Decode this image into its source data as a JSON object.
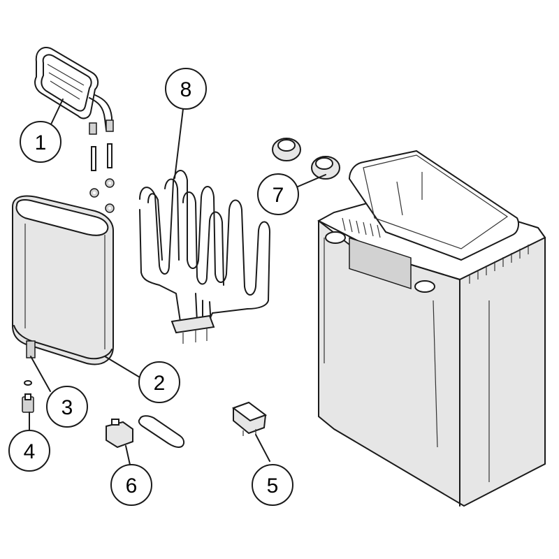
{
  "callouts": [
    {
      "id": "1",
      "label": "1"
    },
    {
      "id": "2",
      "label": "2"
    },
    {
      "id": "3",
      "label": "3"
    },
    {
      "id": "4",
      "label": "4"
    },
    {
      "id": "5",
      "label": "5"
    },
    {
      "id": "6",
      "label": "6"
    },
    {
      "id": "7",
      "label": "7"
    },
    {
      "id": "8",
      "label": "8"
    }
  ],
  "colors": {
    "outline": "#1a1a1a",
    "part_fill": "#e6e6e6",
    "part_shade": "#d2d2d2",
    "background": "#ffffff"
  },
  "parts": [
    "heating-element-1",
    "heater-mount-2",
    "pipe-3",
    "fuse-4",
    "relay-5",
    "thermostat-6",
    "stone-caps-7",
    "heating-element-8",
    "sauna-heater-body"
  ]
}
